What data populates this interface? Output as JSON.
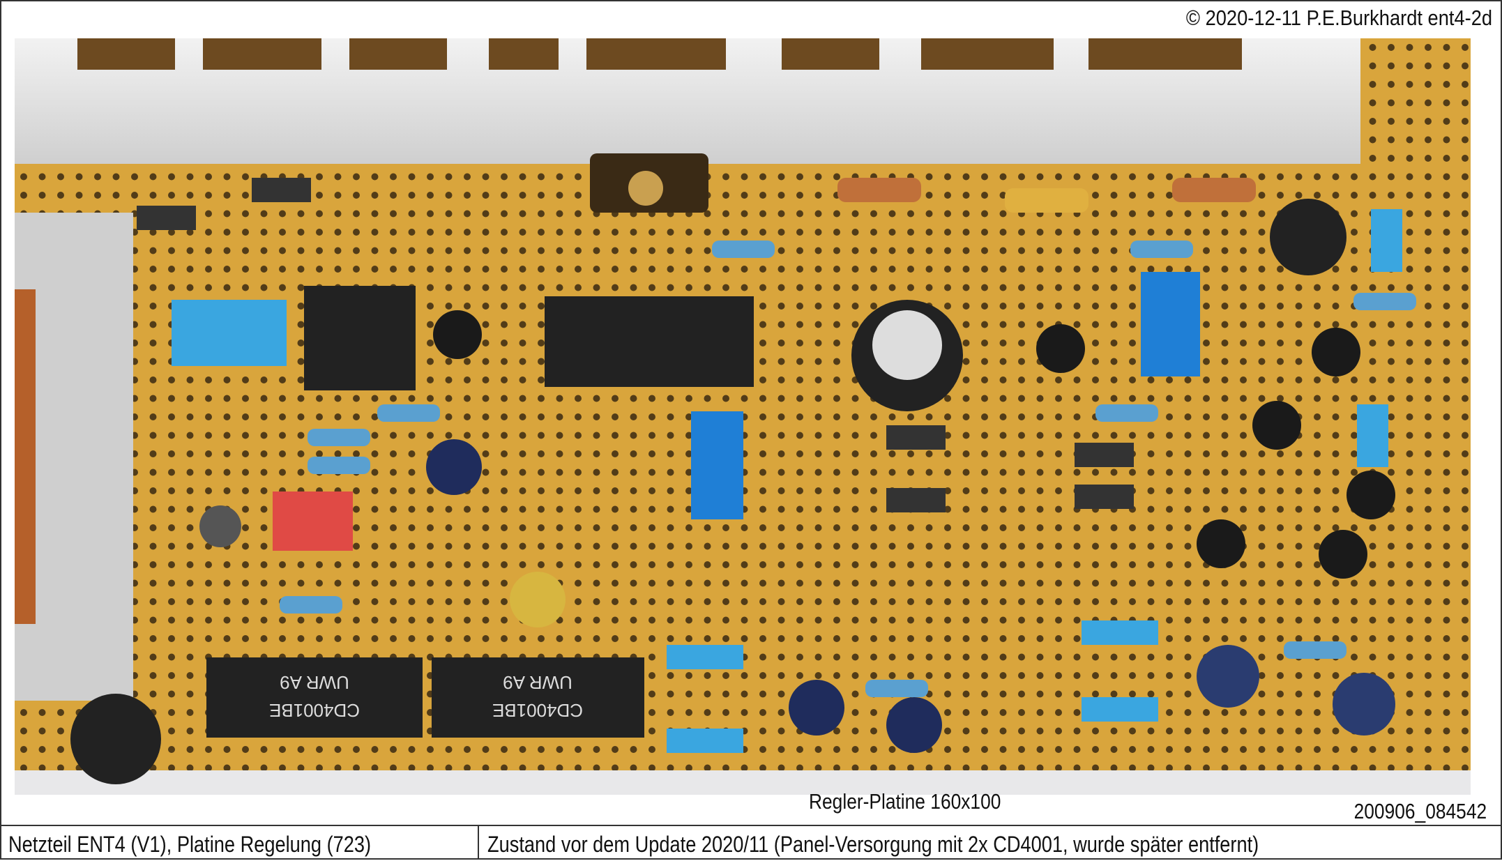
{
  "header": {
    "copyright": "© 2020-12-11 P.E.Burkhardt ent4-2d"
  },
  "photo": {
    "caption": "Regler-Platine 160x100",
    "photo_id": "200906_084542",
    "ic_labels": [
      "CD4001BE",
      "UWR A9"
    ],
    "board_color": "#d9a53c",
    "heatsink_color": "#e4e4e4"
  },
  "footer": {
    "left": "Netzteil ENT4 (V1), Platine Regelung (723)",
    "right": "Zustand vor dem Update 2020/11 (Panel-Versorgung mit 2x CD4001, wurde später entfernt)"
  }
}
